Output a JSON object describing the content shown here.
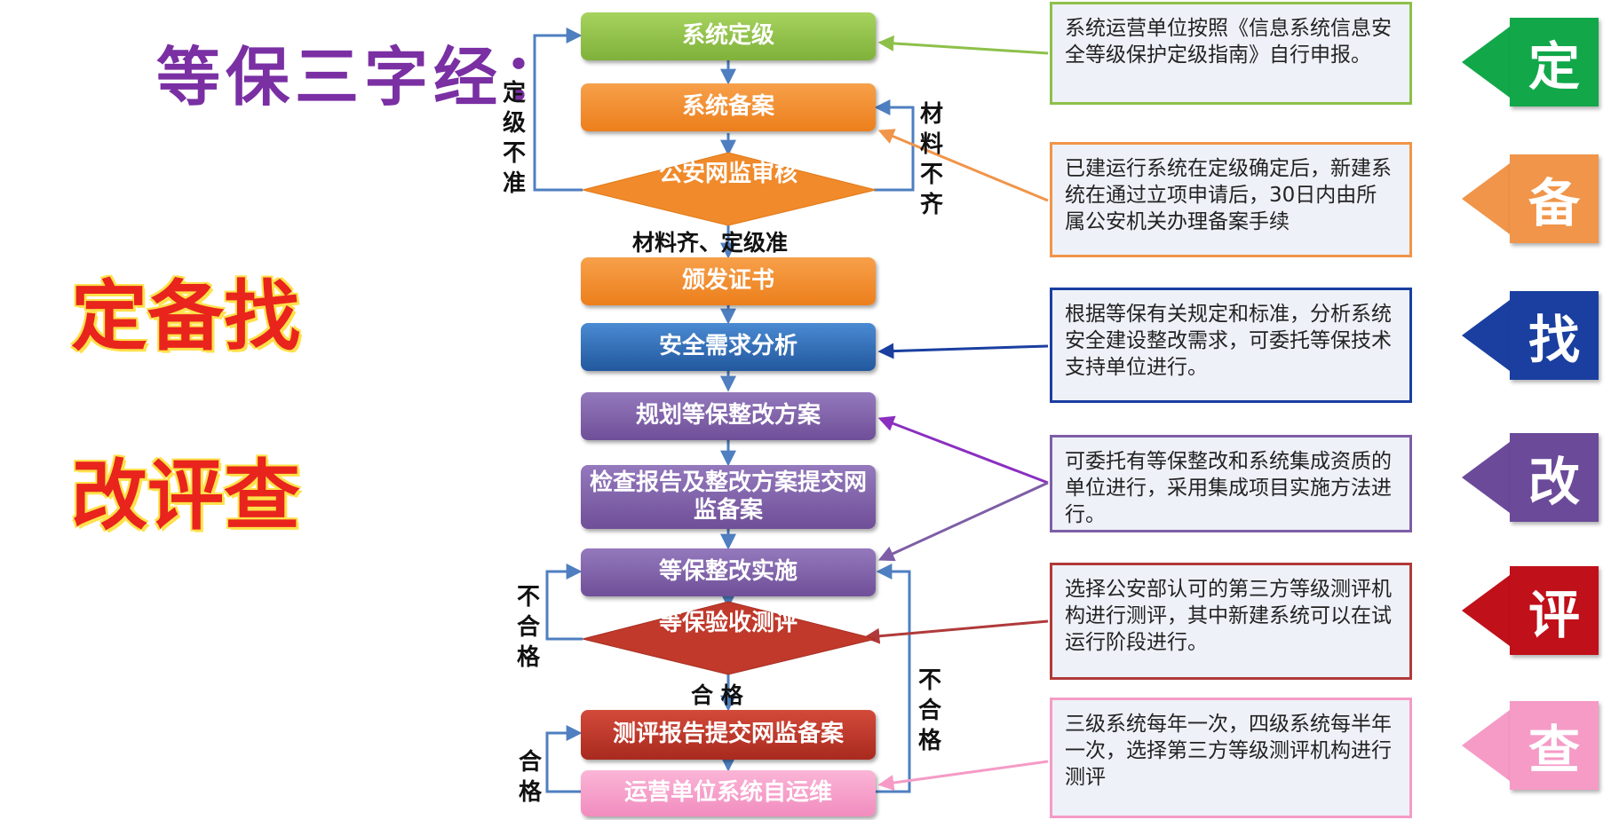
{
  "title": "等保三字经：",
  "slogans": [
    "定备找",
    "改评查"
  ],
  "flow": {
    "steps": [
      {
        "id": "dingji",
        "label": "系统定级",
        "color": "#8dc04a"
      },
      {
        "id": "beian",
        "label": "系统备案",
        "color": "#f08a2a"
      },
      {
        "id": "banfa",
        "label": "颁发证书",
        "color": "#f08a2a"
      },
      {
        "id": "xuqiu",
        "label": "安全需求分析",
        "color": "#2f6fb8"
      },
      {
        "id": "guihua",
        "label": "规划等保整改方案",
        "color": "#7e5ea6"
      },
      {
        "id": "jiancha",
        "label": "检查报告及整改方案提交网监备案",
        "color": "#7e5ea6"
      },
      {
        "id": "shishi",
        "label": "等保整改实施",
        "color": "#7e5ea6"
      },
      {
        "id": "baogao",
        "label": "测评报告提交网监备案",
        "color": "#c0392b"
      },
      {
        "id": "yunwei",
        "label": "运营单位系统自运维",
        "color": "#f59bc6"
      }
    ],
    "decisions": [
      {
        "id": "shenhe",
        "label": "公安网监审核",
        "color": "#f08a2a"
      },
      {
        "id": "ceping",
        "label": "等保验收测评",
        "color": "#c0392b"
      }
    ],
    "edge_labels": {
      "dingji_buzhun": "定级不准",
      "cailiao_buqi": "材料不齐",
      "cailiao_qi": "材料齐、定级准",
      "buhege_left": "不合格",
      "buhege_right": "不合格",
      "hege_center": "合 格",
      "hege_left": "合格"
    }
  },
  "notes": [
    {
      "text": "系统运营单位按照《信息系统信息安全等级保护定级指南》自行申报。",
      "border": "#8dc04a"
    },
    {
      "text": "已建运行系统在定级确定后，新建系统在通过立项申请后，30日内由所属公安机关办理备案手续",
      "border": "#f0954a"
    },
    {
      "text": "根据等保有关规定和标准，分析系统安全建设整改需求，可委托等保技术支持单位进行。",
      "border": "#1a3fa0"
    },
    {
      "text": "可委托有等保整改和系统集成资质的单位进行，采用集成项目实施方法进行。",
      "border": "#7e5ea6"
    },
    {
      "text": "选择公安部认可的第三方等级测评机构进行测评，其中新建系统可以在试运行阶段进行。",
      "border": "#b03a3a"
    },
    {
      "text": "三级系统每年一次，四级系统每半年一次，选择第三方等级测评机构进行测评",
      "border": "#f59bc6"
    }
  ],
  "tags": [
    {
      "char": "定",
      "color": "#12a84a"
    },
    {
      "char": "备",
      "color": "#f0954a"
    },
    {
      "char": "找",
      "color": "#1a3fa0"
    },
    {
      "char": "改",
      "color": "#6b4a9a"
    },
    {
      "char": "评",
      "color": "#c0101a"
    },
    {
      "char": "查",
      "color": "#f59bc6"
    }
  ]
}
